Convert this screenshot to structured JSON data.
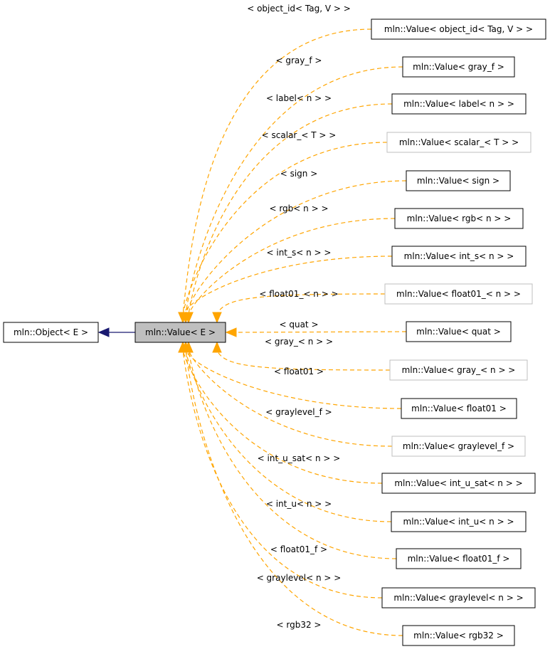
{
  "base_class": {
    "label": "mln::Object< E >"
  },
  "center_class": {
    "label": "mln::Value< E >"
  },
  "derived": [
    {
      "label": "mln::Value< object_id< Tag, V > >",
      "edge_label": "< object_id< Tag, V > >",
      "documented": true
    },
    {
      "label": "mln::Value< gray_f >",
      "edge_label": "< gray_f >",
      "documented": true
    },
    {
      "label": "mln::Value< label< n > >",
      "edge_label": "< label< n > >",
      "documented": true
    },
    {
      "label": "mln::Value< scalar_< T > >",
      "edge_label": "< scalar_< T > >",
      "documented": false
    },
    {
      "label": "mln::Value< sign >",
      "edge_label": "< sign >",
      "documented": true
    },
    {
      "label": "mln::Value< rgb< n > >",
      "edge_label": "< rgb< n > >",
      "documented": true
    },
    {
      "label": "mln::Value< int_s< n > >",
      "edge_label": "< int_s< n > >",
      "documented": true
    },
    {
      "label": "mln::Value< float01_< n > >",
      "edge_label": "< float01_< n > >",
      "documented": false
    },
    {
      "label": "mln::Value< quat >",
      "edge_label": "< quat >",
      "documented": true
    },
    {
      "label": "mln::Value< gray_< n > >",
      "edge_label": "< gray_< n > >",
      "documented": false
    },
    {
      "label": "mln::Value< float01 >",
      "edge_label": "< float01 >",
      "documented": true
    },
    {
      "label": "mln::Value< graylevel_f >",
      "edge_label": "< graylevel_f >",
      "documented": false
    },
    {
      "label": "mln::Value< int_u_sat< n > >",
      "edge_label": "< int_u_sat< n > >",
      "documented": true
    },
    {
      "label": "mln::Value< int_u< n > >",
      "edge_label": "< int_u< n > >",
      "documented": true
    },
    {
      "label": "mln::Value< float01_f >",
      "edge_label": "< float01_f >",
      "documented": true
    },
    {
      "label": "mln::Value< graylevel< n > >",
      "edge_label": "< graylevel< n > >",
      "documented": true
    },
    {
      "label": "mln::Value< rgb32 >",
      "edge_label": "< rgb32 >",
      "documented": true
    }
  ],
  "colors": {
    "template_edge": "#ffa500",
    "inheritance_edge": "#191970",
    "center_fill": "#bfbfbf",
    "undocumented_border": "#bfbfbf"
  }
}
